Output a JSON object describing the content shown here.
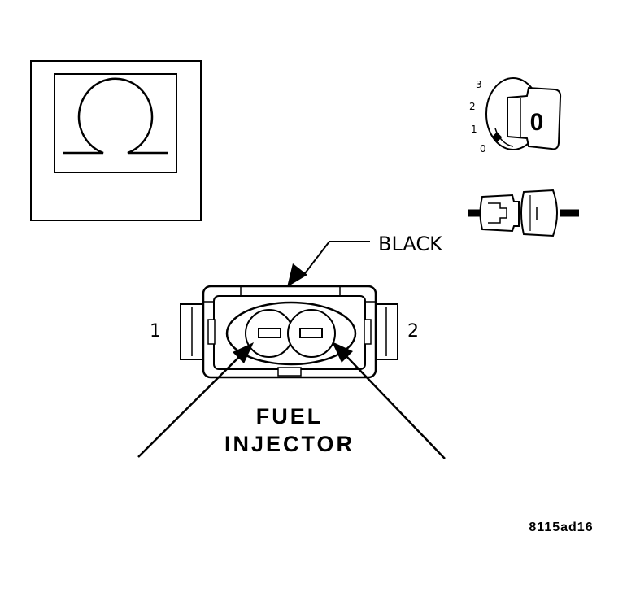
{
  "wire_color_label": "BLACK",
  "pin_labels": {
    "left": "1",
    "right": "2"
  },
  "component_title": {
    "line1": "FUEL",
    "line2": "INJECTOR"
  },
  "ignition_positions": [
    "3",
    "2",
    "1",
    "0"
  ],
  "key_glyph": "0",
  "figure_id": "8115ad16",
  "icons": {
    "meter": "ohmmeter-icon",
    "ignition": "ignition-key-off-icon",
    "connector": "disconnected-connector-icon"
  }
}
